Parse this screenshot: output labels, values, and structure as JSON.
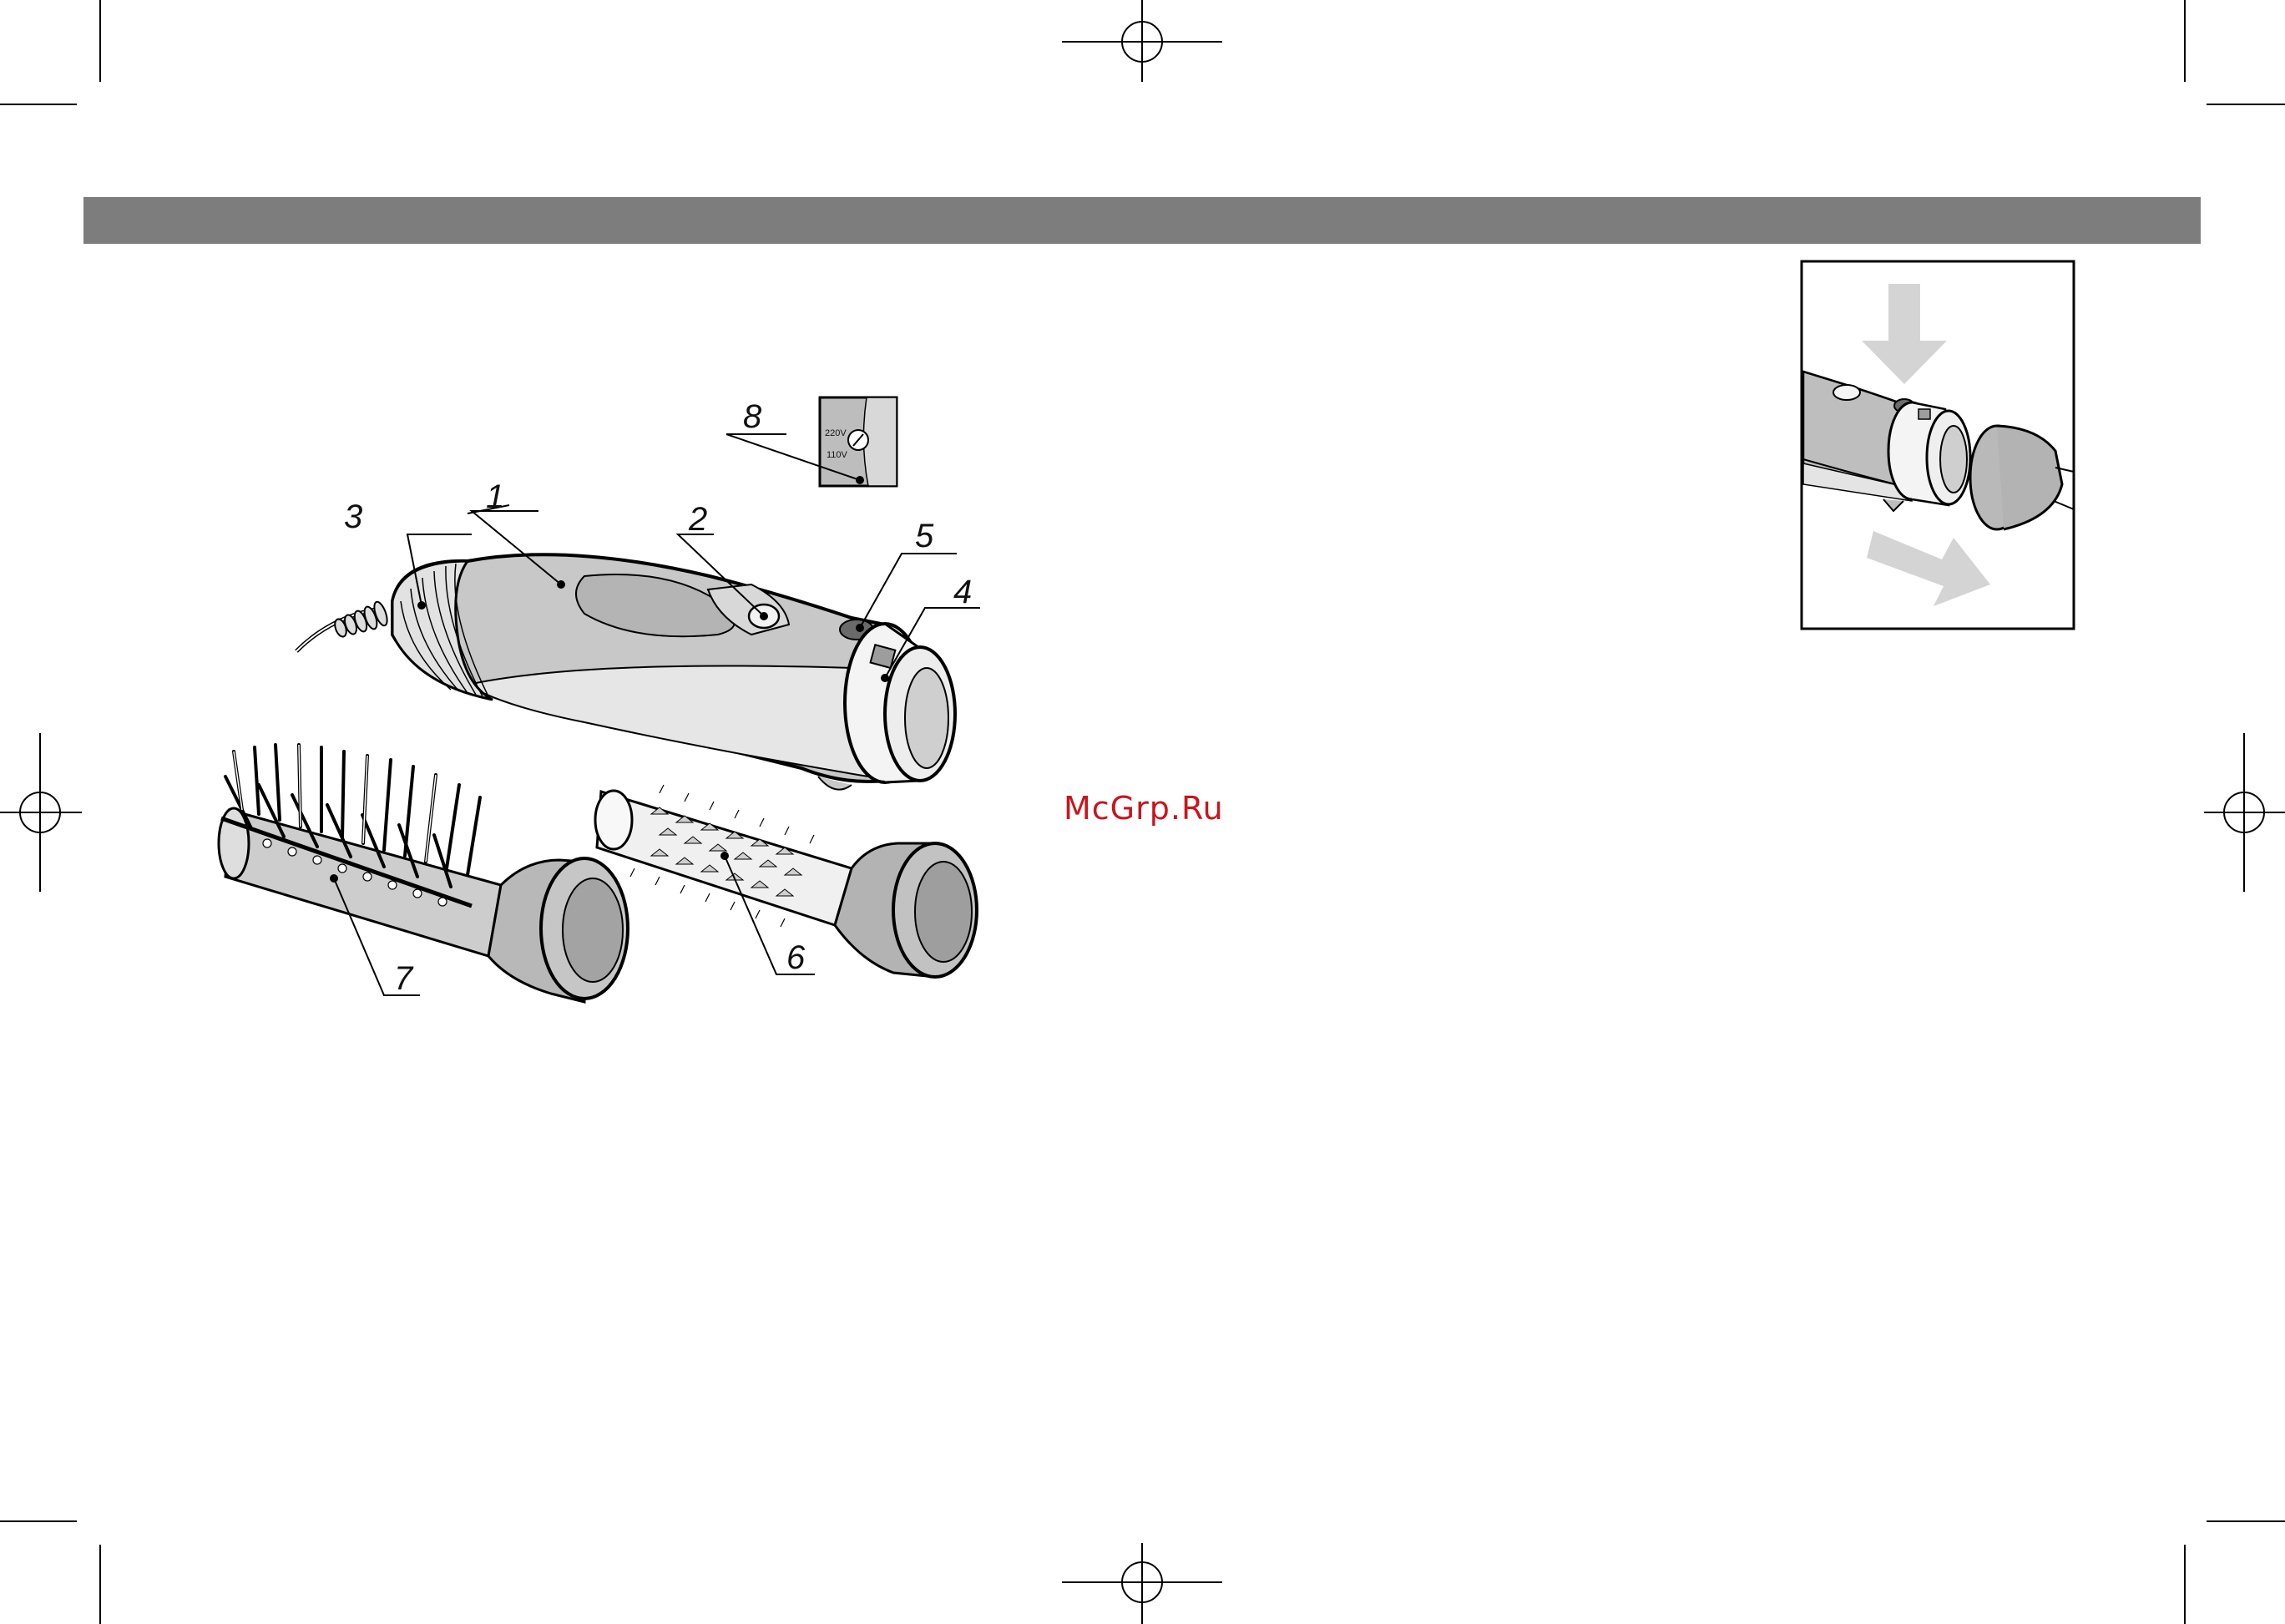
{
  "watermark": "McGrp.Ru",
  "voltage_switch": {
    "upper": "220V",
    "lower": "110V"
  },
  "callouts": [
    "1",
    "2",
    "3",
    "4",
    "5",
    "6",
    "7",
    "8"
  ],
  "colors": {
    "header_bar": "#7d7d7d",
    "watermark": "#c8161d",
    "arrow": "#d4d4d4",
    "body": "#c4c4c4"
  }
}
